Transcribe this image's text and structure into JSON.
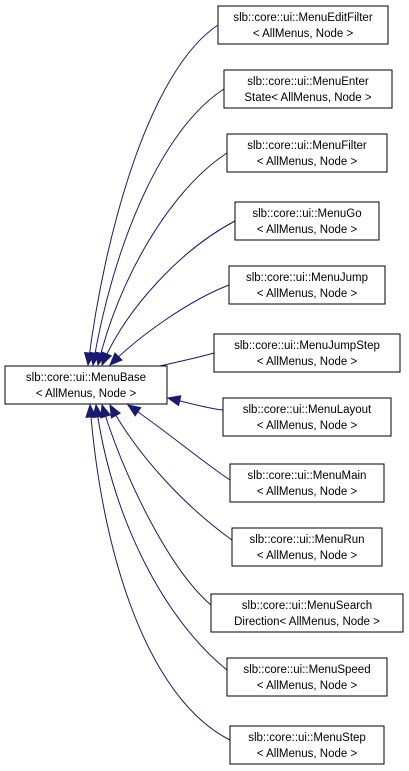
{
  "diagram": {
    "colors": {
      "edge": "#191970",
      "node_border": "#000000",
      "node_fill": "#ffffff"
    },
    "base": {
      "line1": "slb::core::ui::MenuBase",
      "line2": "< AllMenus, Node >"
    },
    "derived": [
      {
        "line1": "slb::core::ui::MenuEditFilter",
        "line2": "< AllMenus, Node >"
      },
      {
        "line1": "slb::core::ui::MenuEnter",
        "line2": "State< AllMenus, Node >"
      },
      {
        "line1": "slb::core::ui::MenuFilter",
        "line2": "< AllMenus, Node >"
      },
      {
        "line1": "slb::core::ui::MenuGo",
        "line2": "< AllMenus, Node >"
      },
      {
        "line1": "slb::core::ui::MenuJump",
        "line2": "< AllMenus, Node >"
      },
      {
        "line1": "slb::core::ui::MenuJumpStep",
        "line2": "< AllMenus, Node >"
      },
      {
        "line1": "slb::core::ui::MenuLayout",
        "line2": "< AllMenus, Node >"
      },
      {
        "line1": "slb::core::ui::MenuMain",
        "line2": "< AllMenus, Node >"
      },
      {
        "line1": "slb::core::ui::MenuRun",
        "line2": "< AllMenus, Node >"
      },
      {
        "line1": "slb::core::ui::MenuSearch",
        "line2": "Direction< AllMenus, Node >"
      },
      {
        "line1": "slb::core::ui::MenuSpeed",
        "line2": "< AllMenus, Node >"
      },
      {
        "line1": "slb::core::ui::MenuStep",
        "line2": "< AllMenus, Node >"
      }
    ]
  }
}
